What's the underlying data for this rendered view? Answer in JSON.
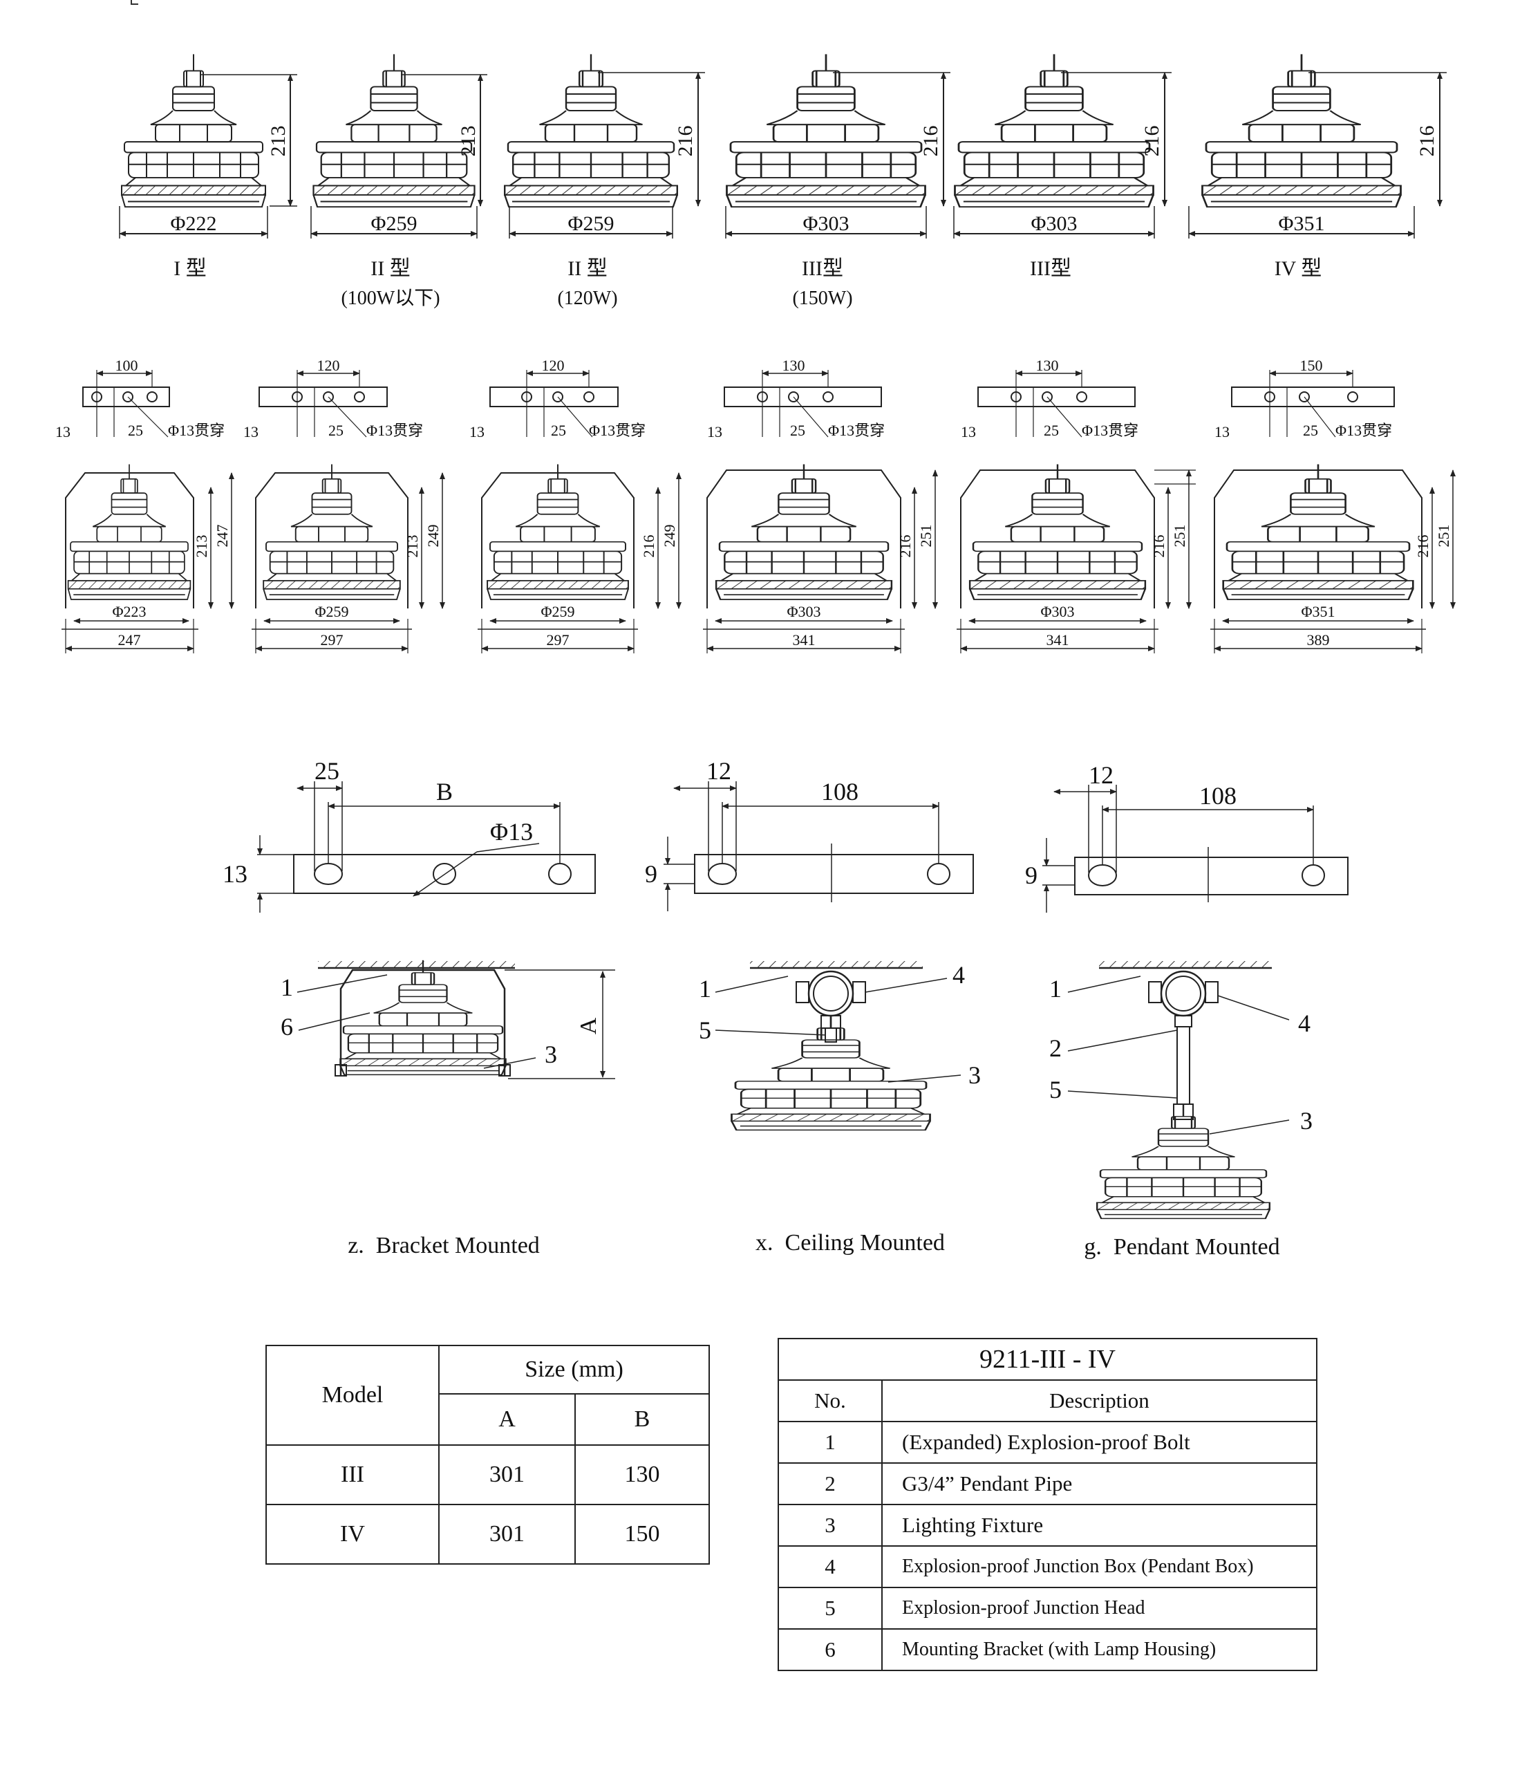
{
  "top_row": {
    "fixtures": [
      {
        "height": "213",
        "diameter": "Φ222",
        "type": "I 型",
        "note": ""
      },
      {
        "height": "213",
        "diameter": "Φ259",
        "type": "II 型",
        "note": "(100W以下)"
      },
      {
        "height": "216",
        "diameter": "Φ259",
        "type": "II 型",
        "note": "(120W)"
      },
      {
        "height": "216",
        "diameter": "Φ303",
        "type": "III型",
        "note": "(150W)"
      },
      {
        "height": "216",
        "diameter": "Φ303",
        "type": "III型",
        "note": ""
      },
      {
        "height": "216",
        "diameter": "Φ351",
        "type": "IV 型",
        "note": ""
      }
    ]
  },
  "bracket_row": {
    "hole_label": "Φ13贯穿",
    "items": [
      {
        "span": "100",
        "side": "13",
        "slot": "25",
        "height": "213",
        "total": "247",
        "diameter": "Φ223",
        "width": "247"
      },
      {
        "span": "120",
        "side": "13",
        "slot": "25",
        "height": "213",
        "total": "249",
        "diameter": "Φ259",
        "width": "297"
      },
      {
        "span": "120",
        "side": "13",
        "slot": "25",
        "height": "216",
        "total": "249",
        "diameter": "Φ259",
        "width": "297"
      },
      {
        "span": "130",
        "side": "13",
        "slot": "25",
        "height": "216",
        "total": "251",
        "diameter": "Φ303",
        "width": "341"
      },
      {
        "span": "130",
        "side": "13",
        "slot": "25",
        "height": "216",
        "total": "251",
        "diameter": "Φ303",
        "width": "341"
      },
      {
        "span": "150",
        "side": "13",
        "slot": "25",
        "height": "216",
        "total": "251",
        "diameter": "Φ351",
        "width": "389"
      }
    ]
  },
  "mounting": {
    "bracket": {
      "caption": "z.  Bracket Mounted",
      "dim_slot": "25",
      "dim_span": "B",
      "dim_hole": "Φ13",
      "dim_side": "13",
      "dim_height": "A",
      "callouts": [
        "1",
        "6",
        "3"
      ]
    },
    "ceiling": {
      "caption": "x.  Ceiling Mounted",
      "dim_slot": "12",
      "dim_span": "108",
      "dim_side": "9",
      "callouts": [
        "1",
        "5",
        "4",
        "3"
      ]
    },
    "pendant": {
      "caption": "g.  Pendant Mounted",
      "dim_slot": "12",
      "dim_span": "108",
      "dim_side": "9",
      "callouts": [
        "1",
        "2",
        "5",
        "4",
        "3"
      ]
    }
  },
  "size_table": {
    "header_model": "Model",
    "header_size": "Size (mm)",
    "col_a": "A",
    "col_b": "B",
    "rows": [
      {
        "model": "III",
        "a": "301",
        "b": "130"
      },
      {
        "model": "IV",
        "a": "301",
        "b": "150"
      }
    ]
  },
  "parts_table": {
    "title": "9211-III - IV",
    "col_no": "No.",
    "col_desc": "Description",
    "rows": [
      {
        "no": "1",
        "desc": "(Expanded) Explosion-proof Bolt"
      },
      {
        "no": "2",
        "desc": "G3/4” Pendant Pipe"
      },
      {
        "no": "3",
        "desc": "Lighting Fixture"
      },
      {
        "no": "4",
        "desc": "Explosion-proof Junction Box (Pendant Box)"
      },
      {
        "no": "5",
        "desc": "Explosion-proof Junction Head"
      },
      {
        "no": "6",
        "desc": "Mounting Bracket (with Lamp Housing)"
      }
    ]
  }
}
